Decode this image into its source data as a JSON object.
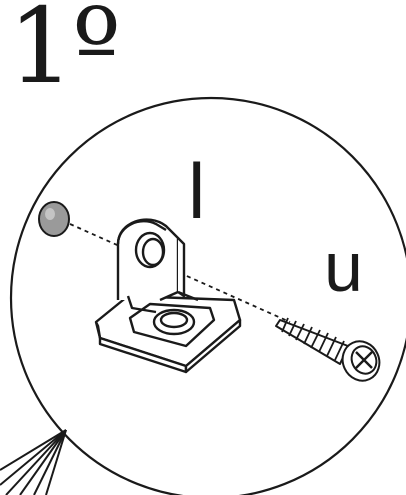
{
  "step": {
    "number": "1º"
  },
  "parts": {
    "bracket_label": "l",
    "screw_label": "u"
  },
  "colors": {
    "line": "#1a1a1a",
    "plug_fill": "#9a9a9a",
    "background": "#ffffff"
  },
  "icons": [
    "wall-plug-icon",
    "mounting-bracket-icon",
    "screw-icon",
    "callout-pointer-icon"
  ]
}
